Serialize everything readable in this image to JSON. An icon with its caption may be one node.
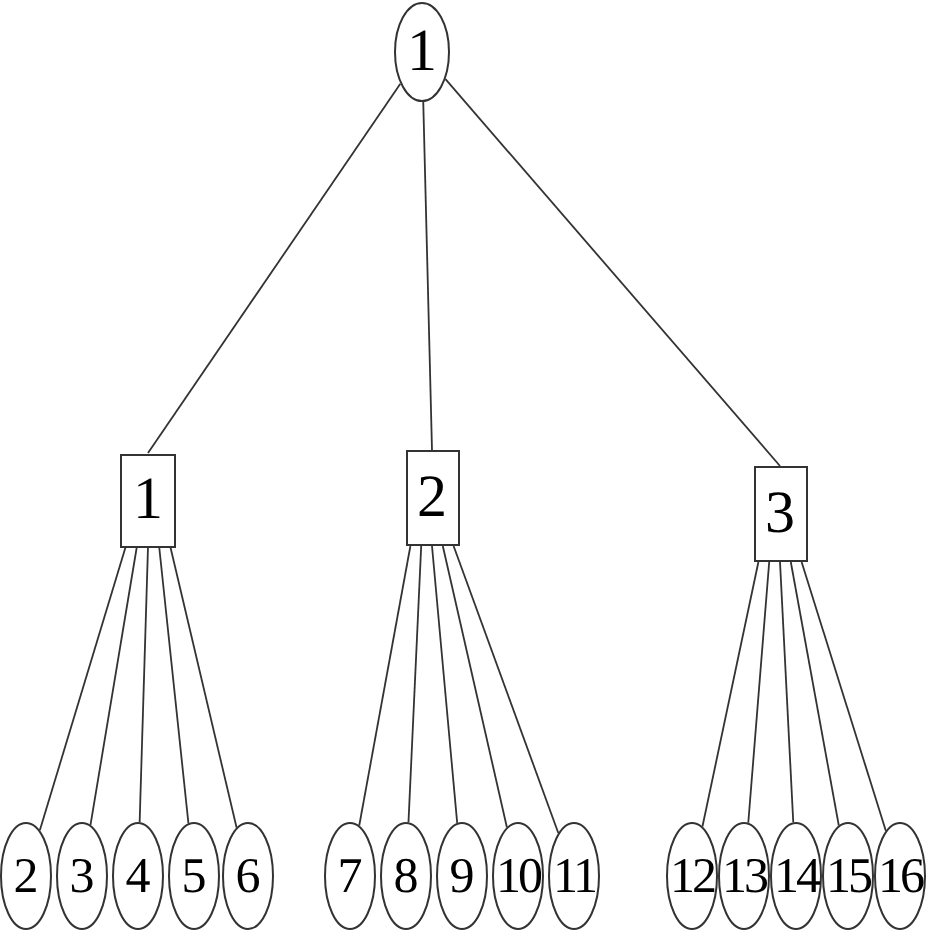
{
  "diagram": {
    "nodes": [
      {
        "text": [
          "1"
        ]
      },
      {
        "text": [
          "1"
        ]
      },
      {
        "text": [
          "2"
        ]
      },
      {
        "text": [
          "3"
        ]
      },
      {
        "text": [
          "2"
        ]
      },
      {
        "text": [
          "3"
        ]
      },
      {
        "text": [
          "4"
        ]
      },
      {
        "text": [
          "5"
        ]
      },
      {
        "text": [
          "6"
        ]
      },
      {
        "text": [
          "7"
        ]
      },
      {
        "text": [
          "8"
        ]
      },
      {
        "text": [
          "9"
        ]
      },
      {
        "text": [
          "10"
        ]
      },
      {
        "text": [
          "11"
        ]
      },
      {
        "text": [
          "12"
        ]
      },
      {
        "text": [
          "13"
        ]
      },
      {
        "text": [
          "14"
        ]
      },
      {
        "text": [
          "15"
        ]
      },
      {
        "text": [
          "16"
        ]
      }
    ],
    "edges": [
      {
        "from": 0,
        "to": 1,
        "arrow": "none"
      },
      {
        "from": 0,
        "to": 2,
        "arrow": "none"
      },
      {
        "from": 0,
        "to": 3,
        "arrow": "none"
      },
      {
        "from": 1,
        "to": 4,
        "arrow": "none"
      },
      {
        "from": 1,
        "to": 5,
        "arrow": "none"
      },
      {
        "from": 1,
        "to": 6,
        "arrow": "none"
      },
      {
        "from": 1,
        "to": 7,
        "arrow": "none"
      },
      {
        "from": 1,
        "to": 8,
        "arrow": "none"
      },
      {
        "from": 2,
        "to": 9,
        "arrow": "none"
      },
      {
        "from": 2,
        "to": 10,
        "arrow": "none"
      },
      {
        "from": 2,
        "to": 11,
        "arrow": "none"
      },
      {
        "from": 2,
        "to": 12,
        "arrow": "none"
      },
      {
        "from": 2,
        "to": 13,
        "arrow": "none"
      },
      {
        "from": 3,
        "to": 14,
        "arrow": "none"
      },
      {
        "from": 3,
        "to": 15,
        "arrow": "none"
      },
      {
        "from": 3,
        "to": 16,
        "arrow": "none"
      },
      {
        "from": 3,
        "to": 17,
        "arrow": "none"
      },
      {
        "from": 3,
        "to": 18,
        "arrow": "none"
      }
    ]
  }
}
